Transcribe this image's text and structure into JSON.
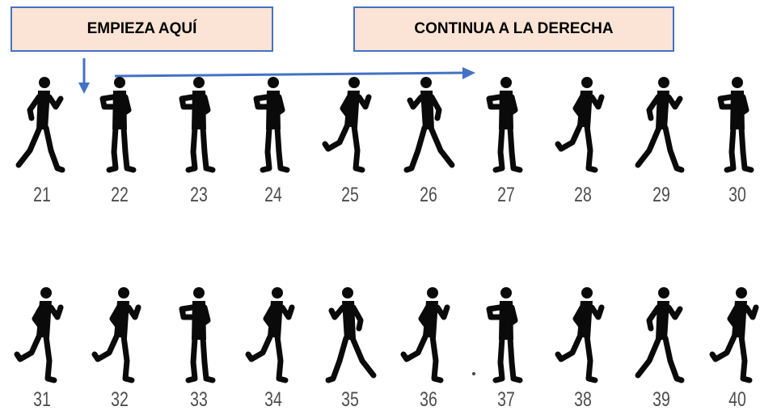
{
  "labels": {
    "start": "EMPIEZA AQUÍ",
    "continue": "CONTINUA A LA DERECHA"
  },
  "colors": {
    "box_fill": "#fbe4d5",
    "box_border": "#4472c4",
    "arrow": "#4472c4",
    "figure": "#0a0a0a",
    "number": "#4d4d4d"
  },
  "rows": [
    {
      "figures": [
        {
          "number": "21",
          "pose": "stride-left"
        },
        {
          "number": "22",
          "pose": "stand"
        },
        {
          "number": "23",
          "pose": "stand"
        },
        {
          "number": "24",
          "pose": "stand"
        },
        {
          "number": "25",
          "pose": "knee-back"
        },
        {
          "number": "26",
          "pose": "stride-right"
        },
        {
          "number": "27",
          "pose": "stand"
        },
        {
          "number": "28",
          "pose": "knee-back"
        },
        {
          "number": "29",
          "pose": "stride-left"
        },
        {
          "number": "30",
          "pose": "stand"
        }
      ]
    },
    {
      "figures": [
        {
          "number": "31",
          "pose": "knee-back"
        },
        {
          "number": "32",
          "pose": "knee-back"
        },
        {
          "number": "33",
          "pose": "stand"
        },
        {
          "number": "34",
          "pose": "knee-back"
        },
        {
          "number": "35",
          "pose": "stride-right"
        },
        {
          "number": "36",
          "pose": "knee-back"
        },
        {
          "number": "37",
          "pose": "stand"
        },
        {
          "number": "38",
          "pose": "knee-back"
        },
        {
          "number": "39",
          "pose": "stride-left"
        },
        {
          "number": "40",
          "pose": "knee-back"
        }
      ]
    }
  ]
}
